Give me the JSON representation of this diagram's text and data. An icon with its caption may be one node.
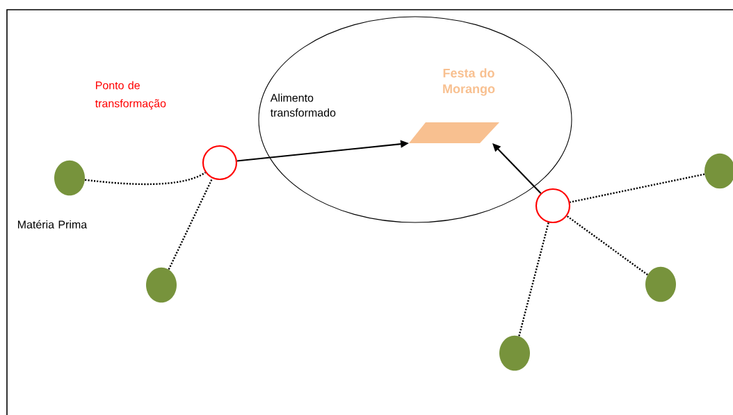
{
  "diagram": {
    "nodes": [
      {
        "text": [
          "Festa do Morango",
          "Alimento transformado"
        ]
      },
      {
        "text": [],
        "shape": "parallelogram",
        "in": 0
      },
      {
        "text": [],
        "shape": "circle"
      },
      {
        "text": [],
        "shape": "circle",
        "beside": [
          "Matéria Prima"
        ]
      },
      {
        "text": [],
        "shape": "circle"
      },
      {
        "text": [],
        "shape": "circle"
      },
      {
        "text": [],
        "shape": "circle"
      },
      {
        "text": [],
        "shape": "circle"
      },
      {
        "text": [],
        "shape": "circle"
      }
    ],
    "edges": [
      {
        "from": 3,
        "to": 2,
        "arrow": "none",
        "style": "dashed"
      },
      {
        "from": 4,
        "to": 2,
        "arrow": "none",
        "style": "dashed"
      },
      {
        "from": 2,
        "to": 1,
        "arrow": "to"
      },
      {
        "from": 6,
        "to": 5,
        "arrow": "none",
        "style": "dashed"
      },
      {
        "from": 7,
        "to": 5,
        "arrow": "none",
        "style": "dashed"
      },
      {
        "from": 8,
        "to": 5,
        "arrow": "none",
        "style": "dashed"
      },
      {
        "from": 5,
        "to": 1,
        "arrow": "to"
      }
    ],
    "labels": [
      "Ponto de transformação"
    ]
  }
}
